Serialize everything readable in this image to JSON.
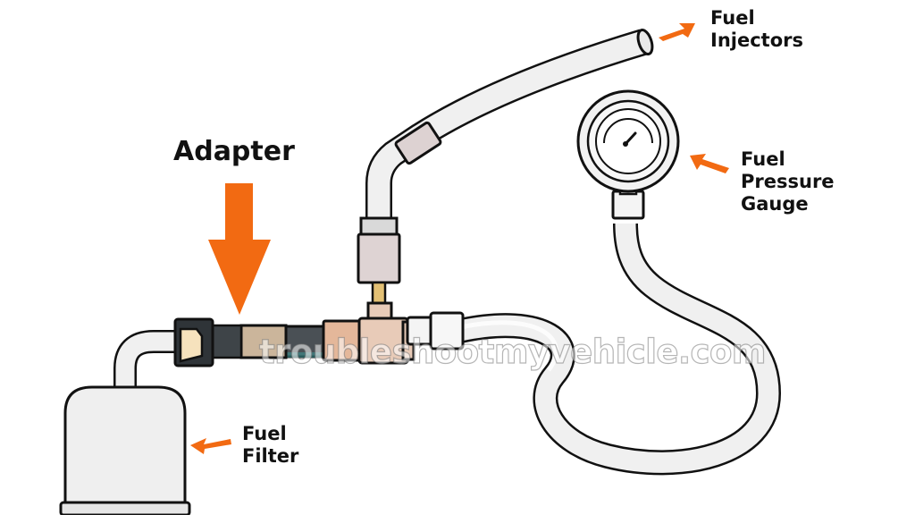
{
  "labels": {
    "adapter": "Adapter",
    "fuel_injectors": [
      "Fuel",
      "Injectors"
    ],
    "fuel_pressure_gauge": [
      "Fuel",
      "Pressure",
      "Gauge"
    ],
    "fuel_filter": [
      "Fuel",
      "Filter"
    ]
  },
  "watermark": "troubleshootmyvehicle.com",
  "colors": {
    "arrow": "#f26a12",
    "hose_fill": "#f0f0f0",
    "hose_outline": "#111111",
    "adapter_dark": "#4a5055",
    "tee_brass": "#e8cbb8"
  }
}
